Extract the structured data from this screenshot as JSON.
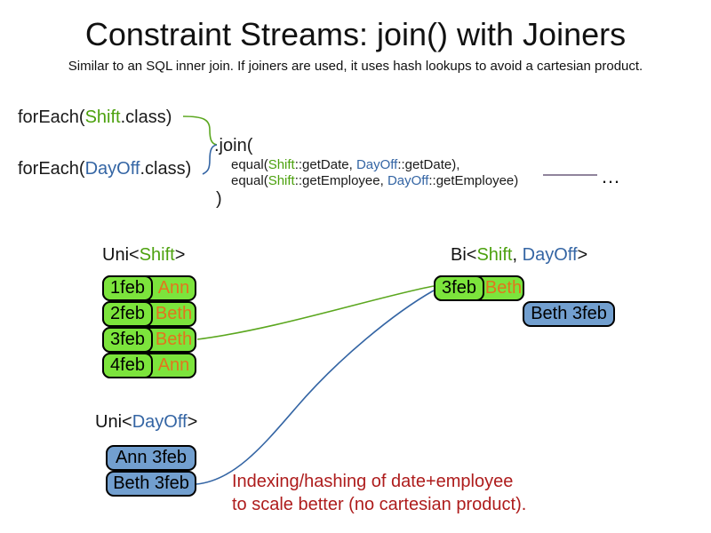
{
  "header": {
    "title": "Constraint Streams: join() with Joiners",
    "subtitle": "Similar to an SQL inner join. If joiners are used, it uses hash lookups to avoid a cartesian product."
  },
  "code": {
    "foreach_shift": {
      "pre": "forEach(",
      "cls": "Shift",
      "post": ".class)"
    },
    "foreach_dayoff": {
      "pre": "forEach(",
      "cls": "DayOff",
      "post": ".class)"
    },
    "join_open": ".join(",
    "equal_date": {
      "pre": "equal(",
      "shift": "Shift",
      "mid": "::getDate, ",
      "dayoff": "DayOff",
      "post": "::getDate),"
    },
    "equal_employee": {
      "pre": "equal(",
      "shift": "Shift",
      "mid": "::getEmployee, ",
      "dayoff": "DayOff",
      "post": "::getEmployee)"
    },
    "join_close": ")",
    "ellipsis": "…"
  },
  "uni_shift": {
    "label": {
      "pre": "Uni<",
      "type": "Shift",
      "post": ">"
    },
    "rows": [
      {
        "date": "1feb",
        "employee": "Ann"
      },
      {
        "date": "2feb",
        "employee": "Beth"
      },
      {
        "date": "3feb",
        "employee": "Beth"
      },
      {
        "date": "4feb",
        "employee": "Ann"
      }
    ]
  },
  "uni_dayoff": {
    "label": {
      "pre": "Uni<",
      "type": "DayOff",
      "post": ">"
    },
    "rows": [
      {
        "label": "Ann 3feb"
      },
      {
        "label": "Beth 3feb"
      }
    ]
  },
  "bi": {
    "label": {
      "pre": "Bi<",
      "shift": "Shift",
      "sep": ", ",
      "dayoff": "DayOff",
      "post": ">"
    },
    "shift_cell": {
      "date": "3feb",
      "employee": "Beth"
    },
    "dayoff_cell": "Beth 3feb"
  },
  "annotation": {
    "line1": "Indexing/hashing of date+employee",
    "line2": "to scale better (no cartesian product)."
  },
  "colors": {
    "shift_green": "#4CA10E",
    "dayoff_blue": "#3465A4",
    "employee_orange": "#E2751D",
    "cell_green": "#7CE43C",
    "cell_blue": "#729FCF",
    "annotation_red": "#AE1C1C",
    "connector_green": "#5BA71F",
    "connector_blue": "#3465A4",
    "connector_purple": "#6B5B7B"
  }
}
